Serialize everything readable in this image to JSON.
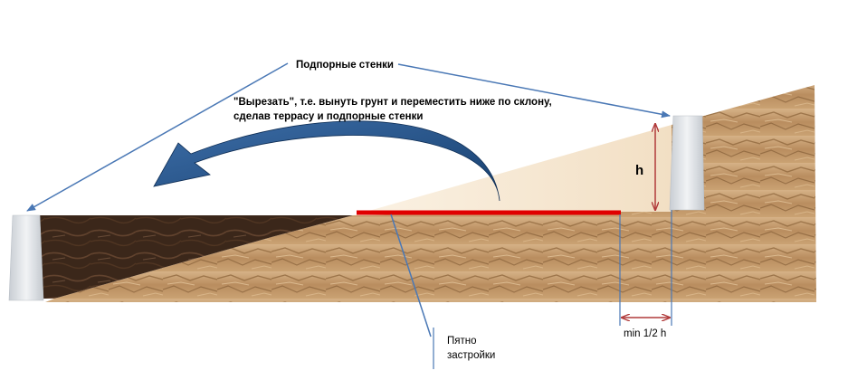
{
  "labels": {
    "retaining_walls": "Подпорные стенки",
    "cut_line1": "\"Вырезать\", т.е. вынуть грунт и переместить ниже по склону,",
    "cut_line2": "сделав террасу и подпорные  стенки",
    "h": "h",
    "spot_line1": "Пятно",
    "spot_line2": "застройки",
    "min_half_h": "min 1/2 h"
  },
  "colors": {
    "soil_light": "#c9a277",
    "soil_mid": "#a47a4e",
    "soil_dark_fill": "#3e2a1c",
    "wall": "#d9dde2",
    "cut_wedge": "#f6e6cf",
    "arrow_blue": "#1f4f86",
    "leader_blue": "#4a78b5",
    "build_line": "#e00000",
    "dim_red": "#b03a3a"
  }
}
